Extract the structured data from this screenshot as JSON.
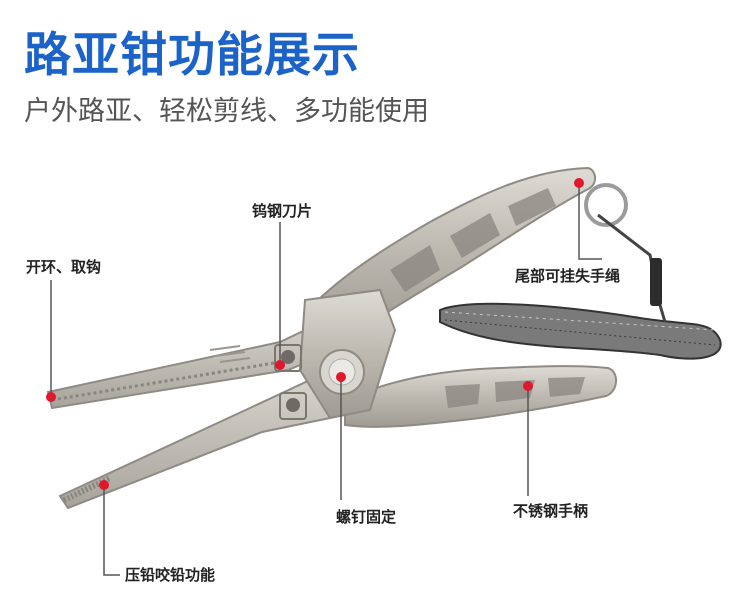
{
  "title": "路亚钳功能展示",
  "subtitle": "户外路亚、轻松剪线、多功能使用",
  "labels": {
    "blade": "钨钢刀片",
    "ring_hook": "开环、取钩",
    "lanyard": "尾部可挂失手绳",
    "screw": "螺钉固定",
    "handle": "不锈钢手柄",
    "crimp": "压铅咬铅功能"
  },
  "colors": {
    "title": "#1b63c9",
    "marker": "#e0182d",
    "metal": "#c4c0b8",
    "leader": "#555555"
  }
}
